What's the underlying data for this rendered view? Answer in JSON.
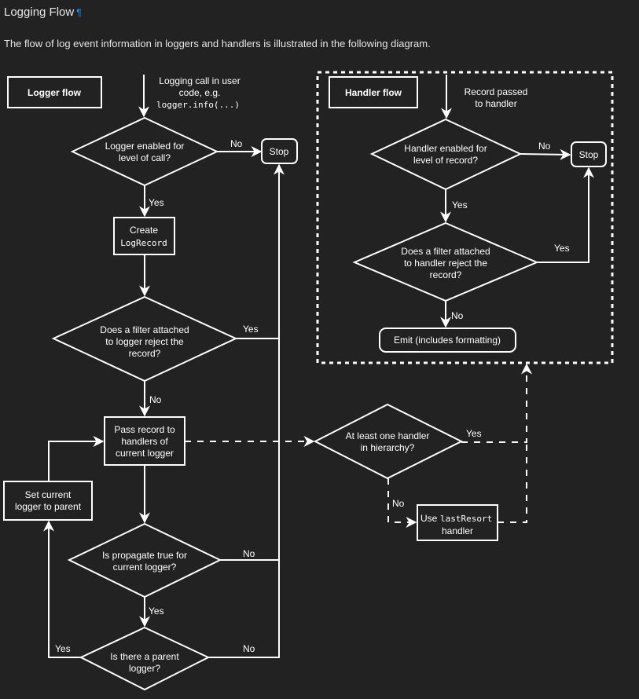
{
  "header": {
    "title": "Logging Flow",
    "permalink": "¶",
    "intro": "The flow of log event information in loggers and handlers is illustrated in the following diagram."
  },
  "logger_flow": {
    "label": "Logger flow",
    "entry": [
      "Logging call in user",
      "code, e.g.",
      "logger.info(...)"
    ],
    "enabled_q": [
      "Logger enabled for",
      "level of call?"
    ],
    "stop": "Stop",
    "create": [
      "Create",
      "LogRecord"
    ],
    "filter_q": [
      "Does a filter attached",
      "to logger reject the",
      "record?"
    ],
    "pass": [
      "Pass record to",
      "handlers of",
      "current logger"
    ],
    "propagate_q": [
      "Is propagate true for",
      "current logger?"
    ],
    "parent_q": [
      "Is there a parent",
      "logger?"
    ],
    "set_parent": [
      "Set current",
      "logger to parent"
    ],
    "hierarchy_q": [
      "At least one handler",
      "in hierarchy?"
    ],
    "last_resort": [
      "Use",
      "lastResort",
      "handler"
    ]
  },
  "handler_flow": {
    "label": "Handler flow",
    "entry": [
      "Record passed",
      "to handler"
    ],
    "enabled_q": [
      "Handler enabled for",
      "level of record?"
    ],
    "stop": "Stop",
    "filter_q": [
      "Does a filter attached",
      "to handler reject the",
      "record?"
    ],
    "emit": "Emit (includes formatting)"
  },
  "labels": {
    "yes": "Yes",
    "no": "No"
  }
}
